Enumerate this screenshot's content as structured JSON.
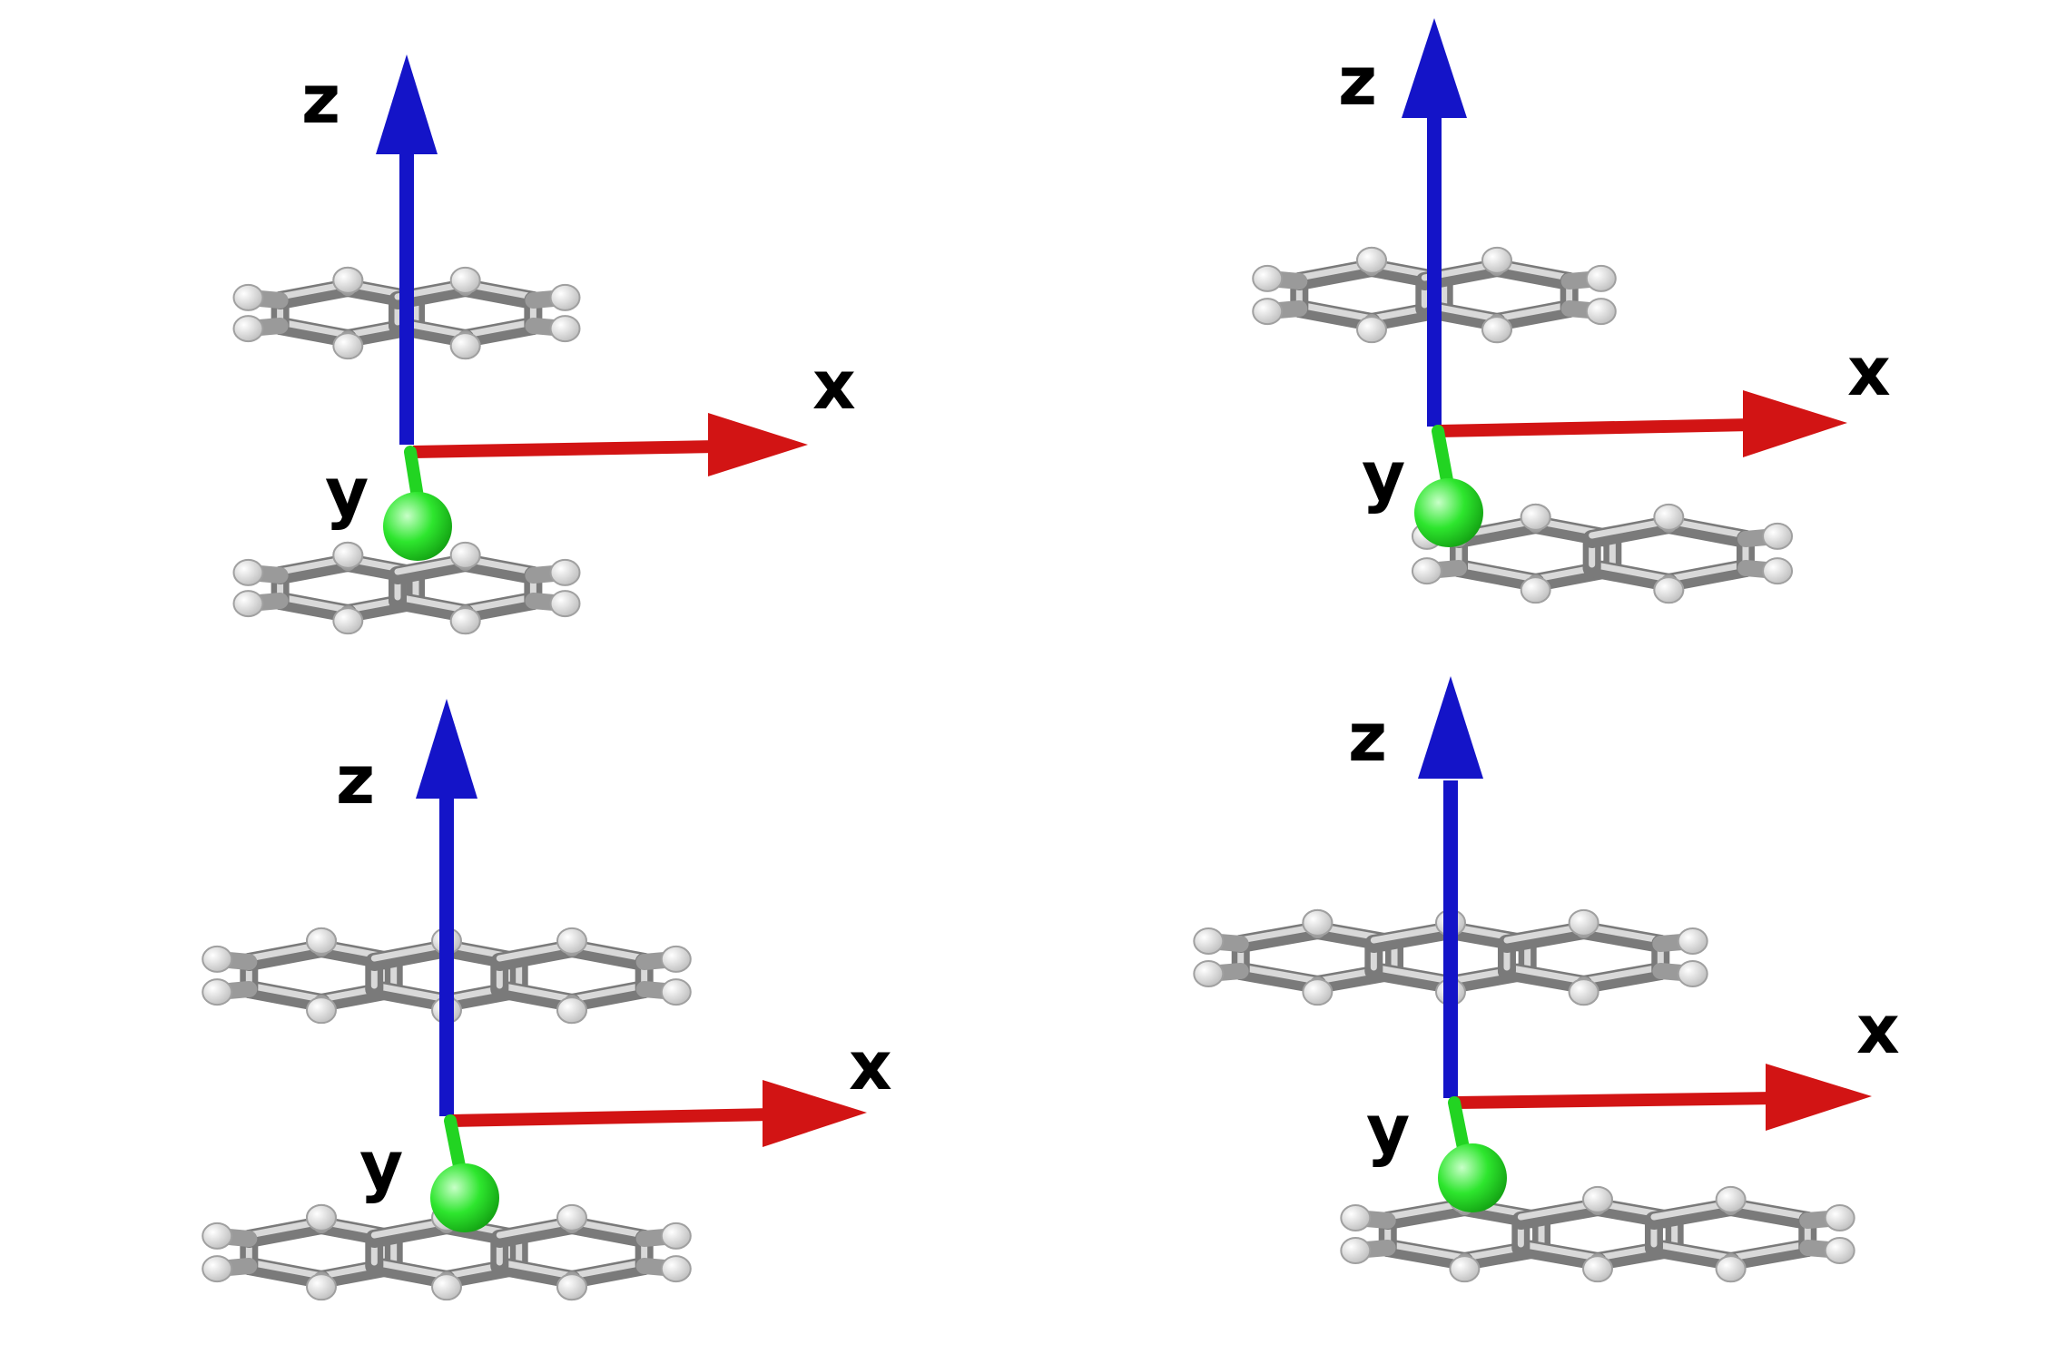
{
  "colors": {
    "z_axis": "#1414c8",
    "x_axis": "#d21414",
    "y_axis": "#22d422",
    "carbon_bond": "#8c8c8c",
    "hydrogen": "#f2f2f2"
  },
  "panels": [
    {
      "name": "top-left",
      "labels": {
        "z": "z",
        "x": "x",
        "y": "y"
      },
      "icons": [
        "benzene-dimer-icon"
      ]
    },
    {
      "name": "top-right",
      "labels": {
        "z": "z",
        "x": "x",
        "y": "y"
      },
      "icons": [
        "benzene-naphthalene-icon"
      ]
    },
    {
      "name": "bottom-left",
      "labels": {
        "z": "z",
        "x": "x",
        "y": "y"
      },
      "icons": [
        "anthracene-dimer-icon"
      ]
    },
    {
      "name": "bottom-right",
      "labels": {
        "z": "z",
        "x": "x",
        "y": "y"
      },
      "icons": [
        "anthracene-tetracene-icon"
      ]
    }
  ]
}
